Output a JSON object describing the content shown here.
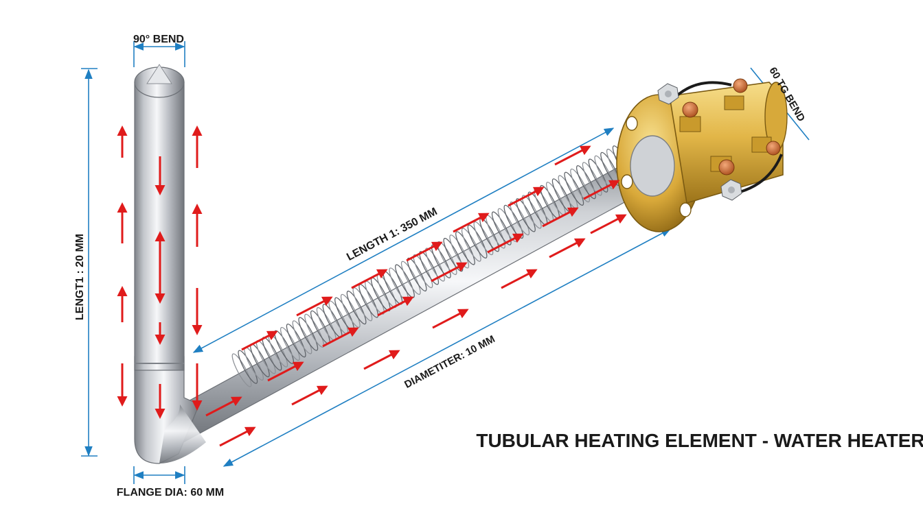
{
  "labels": {
    "top_bend": "90° BEND",
    "vertical_length": "LENGT1 : 20 MM",
    "flange_dia": "FLANGE DIA: 60 MM",
    "length_main": "LENGTH 1: 350 MM",
    "diameter": "DIAMETITER: 10 MM",
    "right_bend": "60 TG BEND",
    "title": "TUBULAR HEATING ELEMENT - WATER HEATER"
  },
  "colors": {
    "dimension_line": "#1f7fc2",
    "flow_arrow": "#e01b1b",
    "tube_light": "#f4f5f7",
    "tube_dark": "#8c9096",
    "brass_light": "#f2d27a",
    "brass_dark": "#a07a1c",
    "copper": "#c9652b"
  },
  "icons": [
    "up-arrow-icon",
    "down-arrow-icon",
    "diagonal-arrow-icon"
  ]
}
